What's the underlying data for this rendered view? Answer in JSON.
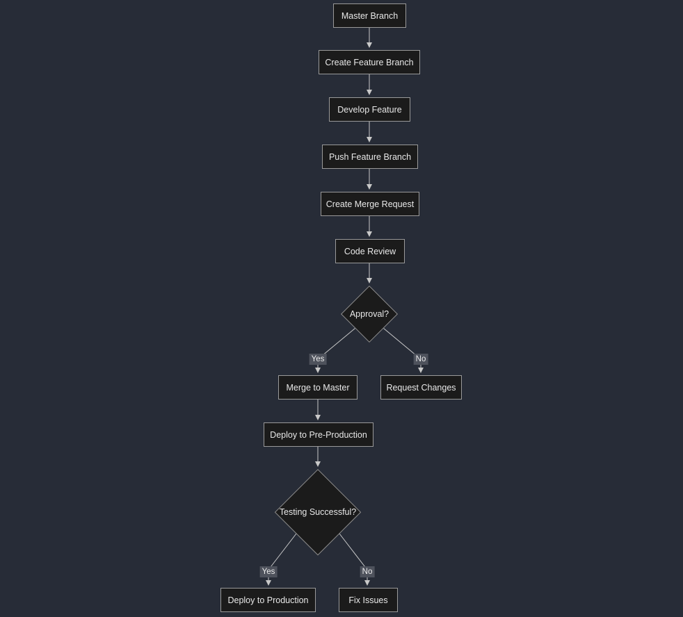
{
  "diagram": {
    "type": "flowchart",
    "direction": "top-down",
    "nodes": [
      {
        "id": "A",
        "label": "Master Branch",
        "shape": "rect"
      },
      {
        "id": "B",
        "label": "Create Feature Branch",
        "shape": "rect"
      },
      {
        "id": "C",
        "label": "Develop Feature",
        "shape": "rect"
      },
      {
        "id": "D",
        "label": "Push Feature Branch",
        "shape": "rect"
      },
      {
        "id": "E",
        "label": "Create Merge Request",
        "shape": "rect"
      },
      {
        "id": "F",
        "label": "Code Review",
        "shape": "rect"
      },
      {
        "id": "G",
        "label": "Approval?",
        "shape": "diamond"
      },
      {
        "id": "H",
        "label": "Merge to Master",
        "shape": "rect"
      },
      {
        "id": "I",
        "label": "Request Changes",
        "shape": "rect"
      },
      {
        "id": "J",
        "label": "Deploy to Pre-Production",
        "shape": "rect"
      },
      {
        "id": "K",
        "label": "Testing Successful?",
        "shape": "diamond"
      },
      {
        "id": "L",
        "label": "Deploy to Production",
        "shape": "rect"
      },
      {
        "id": "M",
        "label": "Fix Issues",
        "shape": "rect"
      }
    ],
    "edges": [
      {
        "from": "A",
        "to": "B",
        "label": ""
      },
      {
        "from": "B",
        "to": "C",
        "label": ""
      },
      {
        "from": "C",
        "to": "D",
        "label": ""
      },
      {
        "from": "D",
        "to": "E",
        "label": ""
      },
      {
        "from": "E",
        "to": "F",
        "label": ""
      },
      {
        "from": "F",
        "to": "G",
        "label": ""
      },
      {
        "from": "G",
        "to": "H",
        "label": "Yes"
      },
      {
        "from": "G",
        "to": "I",
        "label": "No"
      },
      {
        "from": "H",
        "to": "J",
        "label": ""
      },
      {
        "from": "J",
        "to": "K",
        "label": ""
      },
      {
        "from": "K",
        "to": "L",
        "label": "Yes"
      },
      {
        "from": "K",
        "to": "M",
        "label": "No"
      }
    ],
    "colors": {
      "background": "#272c37",
      "node_fill": "#1b1b1b",
      "node_border": "#9a9a9a",
      "edge_line": "#c9c9c9",
      "text": "#e8e8e8",
      "edge_label_background": "#4e525c"
    }
  }
}
